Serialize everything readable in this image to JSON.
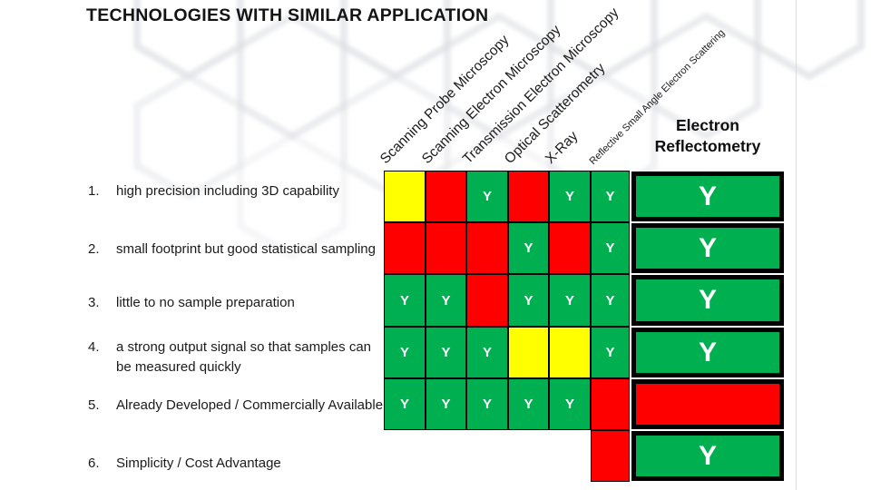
{
  "title": "TECHNOLOGIES WITH SIMILAR APPLICATION",
  "colors": {
    "green": "#00B050",
    "red": "#FF0000",
    "yellow": "#FFFF00",
    "cell_text": "#FFFFFF",
    "grid_border": "#000000"
  },
  "columns": [
    {
      "label": "Scanning Probe Microscopy",
      "size": "normal"
    },
    {
      "label": "Scanning Electron Microscopy",
      "size": "normal"
    },
    {
      "label": "Transmission Electron Microscopy",
      "size": "normal"
    },
    {
      "label": "Optical Scatterometry",
      "size": "normal"
    },
    {
      "label": "X-Ray",
      "size": "normal"
    },
    {
      "label": "Reflective Small Angle Electron Scattering",
      "size": "small"
    }
  ],
  "highlight_column": {
    "line1": "Electron",
    "line2": "Reflectometry"
  },
  "criteria": [
    {
      "num": "1.",
      "text": "high precision including 3D capability"
    },
    {
      "num": "2.",
      "text": "small footprint but good statistical sampling"
    },
    {
      "num": "3.",
      "text": "little to no sample preparation"
    },
    {
      "num": "4.",
      "text": "a strong output signal so that samples can be measured quickly"
    },
    {
      "num": "5.",
      "text": "Already Developed / Commercially Available"
    },
    {
      "num": "6.",
      "text": "Simplicity / Cost Advantage"
    }
  ],
  "matrix": {
    "rows": [
      {
        "cells": [
          {
            "color": "yellow",
            "label": ""
          },
          {
            "color": "red",
            "label": ""
          },
          {
            "color": "green",
            "label": "Y"
          },
          {
            "color": "red",
            "label": ""
          },
          {
            "color": "green",
            "label": "Y"
          },
          {
            "color": "green",
            "label": "Y"
          }
        ],
        "er": {
          "color": "green",
          "label": "Y"
        }
      },
      {
        "cells": [
          {
            "color": "red",
            "label": ""
          },
          {
            "color": "red",
            "label": ""
          },
          {
            "color": "red",
            "label": ""
          },
          {
            "color": "green",
            "label": "Y"
          },
          {
            "color": "red",
            "label": ""
          },
          {
            "color": "green",
            "label": "Y"
          }
        ],
        "er": {
          "color": "green",
          "label": "Y"
        }
      },
      {
        "cells": [
          {
            "color": "green",
            "label": "Y"
          },
          {
            "color": "green",
            "label": "Y"
          },
          {
            "color": "red",
            "label": ""
          },
          {
            "color": "green",
            "label": "Y"
          },
          {
            "color": "green",
            "label": "Y"
          },
          {
            "color": "green",
            "label": "Y"
          }
        ],
        "er": {
          "color": "green",
          "label": "Y"
        }
      },
      {
        "cells": [
          {
            "color": "green",
            "label": "Y"
          },
          {
            "color": "green",
            "label": "Y"
          },
          {
            "color": "green",
            "label": "Y"
          },
          {
            "color": "yellow",
            "label": ""
          },
          {
            "color": "yellow",
            "label": ""
          },
          {
            "color": "green",
            "label": "Y"
          }
        ],
        "er": {
          "color": "green",
          "label": "Y"
        }
      },
      {
        "cells": [
          {
            "color": "green",
            "label": "Y"
          },
          {
            "color": "green",
            "label": "Y"
          },
          {
            "color": "green",
            "label": "Y"
          },
          {
            "color": "green",
            "label": "Y"
          },
          {
            "color": "green",
            "label": "Y"
          },
          {
            "color": "red",
            "label": ""
          }
        ],
        "er": {
          "color": "red",
          "label": ""
        }
      },
      {
        "cells": [
          {
            "color": "none",
            "label": ""
          },
          {
            "color": "none",
            "label": ""
          },
          {
            "color": "none",
            "label": ""
          },
          {
            "color": "none",
            "label": ""
          },
          {
            "color": "none",
            "label": ""
          },
          {
            "color": "red",
            "label": ""
          }
        ],
        "er": {
          "color": "green",
          "label": "Y"
        }
      }
    ]
  }
}
